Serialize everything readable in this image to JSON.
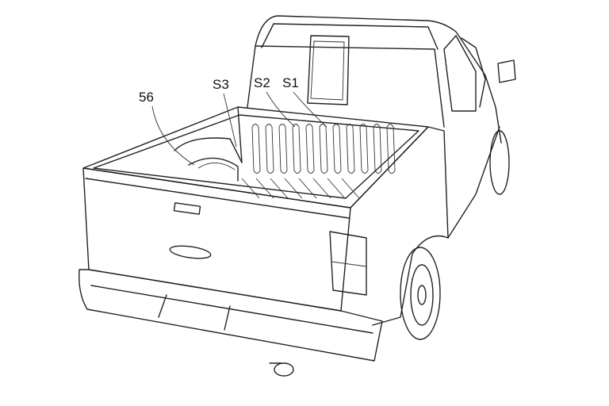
{
  "figure": {
    "labels": {
      "ref_56": "56",
      "ref_s3": "S3",
      "ref_s2": "S2",
      "ref_s1": "S1"
    },
    "line_color": "#222222",
    "background": "#ffffff"
  }
}
